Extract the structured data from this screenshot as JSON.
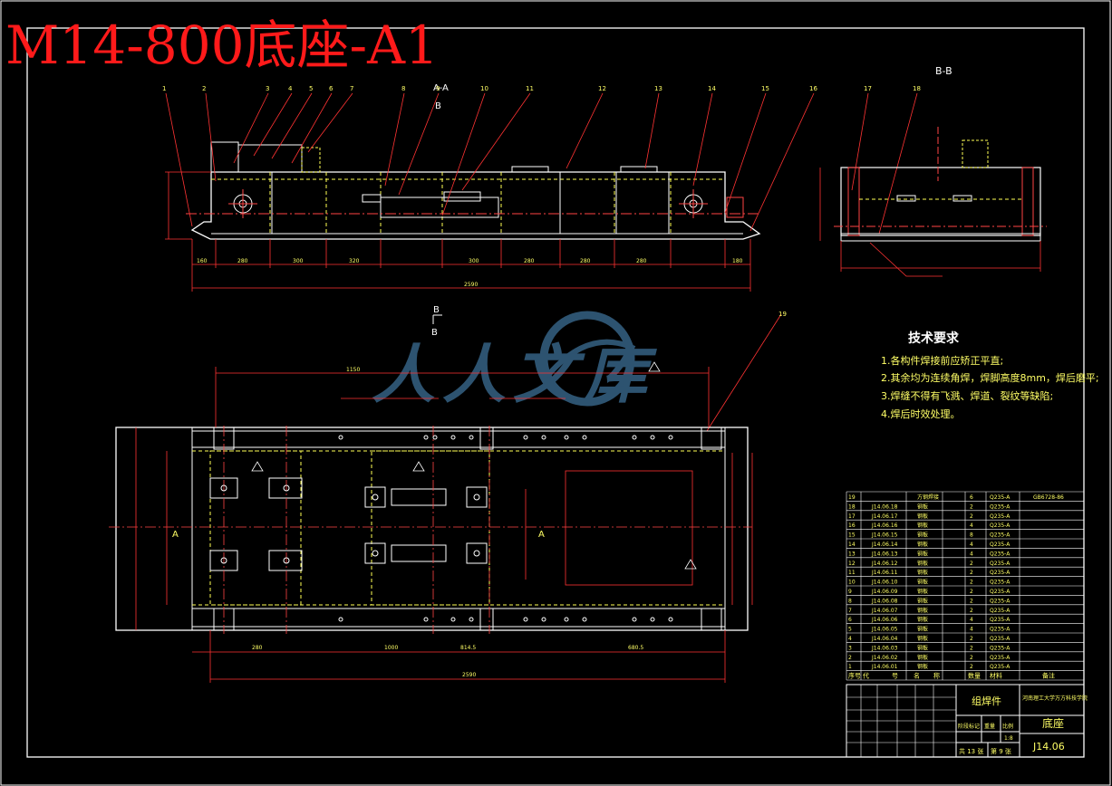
{
  "title": "M14-800底座-A1",
  "colors": {
    "background": "#000000",
    "title": "#ff1a1a",
    "frame": "#ffffff",
    "part": "#ffffff",
    "dash": "#ffff55",
    "dim": "#ff3333",
    "center": "#ff4444",
    "text": "#ffff66",
    "table_text": "#ffff66",
    "table_line": "#ffffff",
    "watermark": "#3d6f96"
  },
  "section_labels": {
    "bb_title": "B-B",
    "a_top": "A-A",
    "b_mark": "B",
    "a_mark": "A"
  },
  "callouts": [
    "1",
    "2",
    "3",
    "4",
    "5",
    "6",
    "7",
    "8",
    "9",
    "10",
    "11",
    "12",
    "13",
    "14",
    "15",
    "16",
    "17",
    "18",
    "19"
  ],
  "dimensions": {
    "front": [
      "160",
      "280",
      "300",
      "320",
      "300",
      "280",
      "280",
      "280",
      "180"
    ],
    "front_total": "2590",
    "plan_top": "1150",
    "plan_total": "2590",
    "plan_bottom": [
      "280",
      "1000",
      "814.5",
      "680.5"
    ]
  },
  "tech": {
    "heading": "技术要求",
    "items": [
      "1.各构件焊接前应矫正平直;",
      "2.其余均为连续角焊，焊脚高度8mm，焊后磨平;",
      "3.焊缝不得有飞溅、焊道、裂纹等缺陷;",
      "4.焊后时效处理。"
    ]
  },
  "bom": {
    "rows": [
      {
        "no": "19",
        "code": "",
        "name": "方钢焊接",
        "qty": "6",
        "mat": "Q235-A",
        "note": "GB6728-86"
      },
      {
        "no": "18",
        "code": "J14.06.18",
        "name": "钢板",
        "qty": "2",
        "mat": "Q235-A",
        "note": ""
      },
      {
        "no": "17",
        "code": "J14.06.17",
        "name": "钢板",
        "qty": "2",
        "mat": "Q235-A",
        "note": ""
      },
      {
        "no": "16",
        "code": "J14.06.16",
        "name": "钢板",
        "qty": "4",
        "mat": "Q235-A",
        "note": ""
      },
      {
        "no": "15",
        "code": "J14.06.15",
        "name": "钢板",
        "qty": "8",
        "mat": "Q235-A",
        "note": ""
      },
      {
        "no": "14",
        "code": "J14.06.14",
        "name": "钢板",
        "qty": "4",
        "mat": "Q235-A",
        "note": ""
      },
      {
        "no": "13",
        "code": "J14.06.13",
        "name": "钢板",
        "qty": "4",
        "mat": "Q235-A",
        "note": ""
      },
      {
        "no": "12",
        "code": "J14.06.12",
        "name": "钢板",
        "qty": "2",
        "mat": "Q235-A",
        "note": ""
      },
      {
        "no": "11",
        "code": "J14.06.11",
        "name": "钢板",
        "qty": "2",
        "mat": "Q235-A",
        "note": ""
      },
      {
        "no": "10",
        "code": "J14.06.10",
        "name": "钢板",
        "qty": "2",
        "mat": "Q235-A",
        "note": ""
      },
      {
        "no": "9",
        "code": "J14.06.09",
        "name": "钢板",
        "qty": "2",
        "mat": "Q235-A",
        "note": ""
      },
      {
        "no": "8",
        "code": "J14.06.08",
        "name": "钢板",
        "qty": "2",
        "mat": "Q235-A",
        "note": ""
      },
      {
        "no": "7",
        "code": "J14.06.07",
        "name": "钢板",
        "qty": "2",
        "mat": "Q235-A",
        "note": ""
      },
      {
        "no": "6",
        "code": "J14.06.06",
        "name": "钢板",
        "qty": "4",
        "mat": "Q235-A",
        "note": ""
      },
      {
        "no": "5",
        "code": "J14.06.05",
        "name": "钢板",
        "qty": "4",
        "mat": "Q235-A",
        "note": ""
      },
      {
        "no": "4",
        "code": "J14.06.04",
        "name": "钢板",
        "qty": "2",
        "mat": "Q235-A",
        "note": ""
      },
      {
        "no": "3",
        "code": "J14.06.03",
        "name": "钢板",
        "qty": "2",
        "mat": "Q235-A",
        "note": ""
      },
      {
        "no": "2",
        "code": "J14.06.02",
        "name": "钢板",
        "qty": "2",
        "mat": "Q235-A",
        "note": ""
      },
      {
        "no": "1",
        "code": "J14.06.01",
        "name": "钢板",
        "qty": "2",
        "mat": "Q235-A",
        "note": ""
      }
    ],
    "headers": [
      "序号",
      "代",
      "号",
      "名",
      "称",
      "数量",
      "材料",
      "备注"
    ]
  },
  "titleblock": {
    "type": "组焊件",
    "school": "河南理工大学万方科技学院",
    "part_name": "底座",
    "drawing_no": "J14.06",
    "scale": "1:8",
    "sheets": "共 13 张",
    "sheet": "第 9 张",
    "weight_label": "重量",
    "scale_label": "比例",
    "stage_label": "阶段标记"
  },
  "watermark": {
    "text": "人人文库"
  }
}
